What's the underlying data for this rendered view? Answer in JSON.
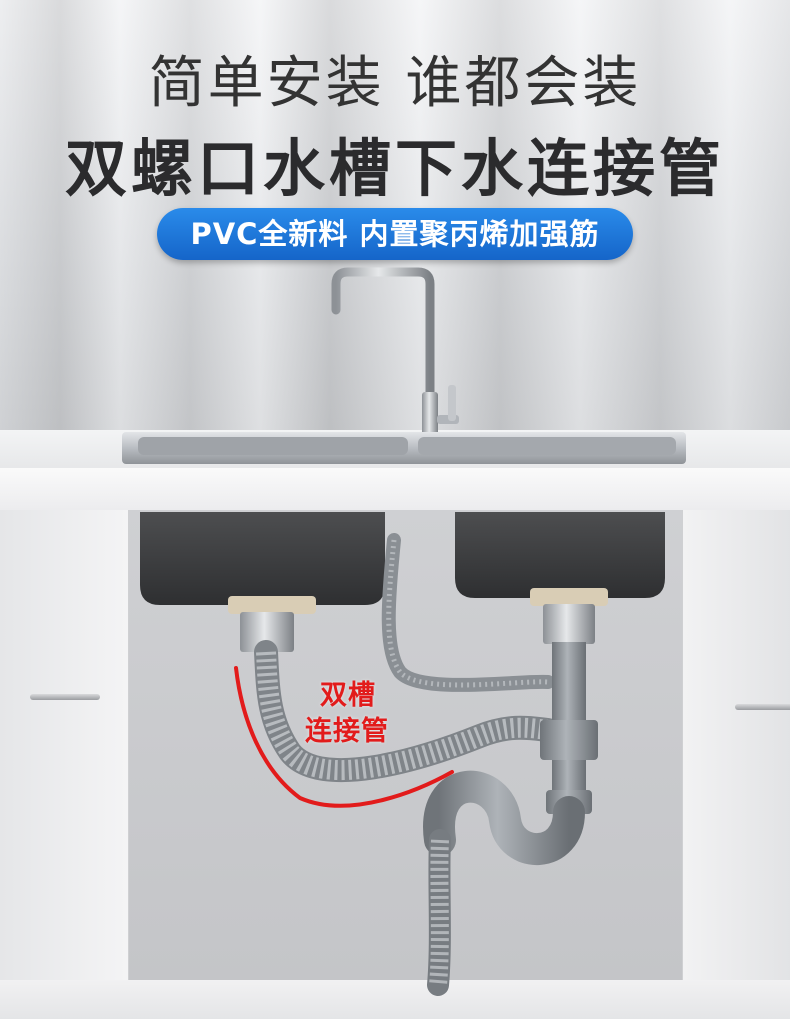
{
  "banner": {
    "line1": "简单安装 谁都会装",
    "line2": "双螺口水槽下水连接管",
    "badge": "PVC全新料  内置聚丙烯加强筋"
  },
  "callout": {
    "line1": "双槽",
    "line2": "连接管"
  },
  "colors": {
    "badge_blue": "#1f78dd",
    "callout_red": "#e21b1b",
    "pipe_grey": "#8e9398",
    "steel": "#b8bcc1"
  },
  "icons": [
    "faucet-illustration",
    "sink-illustration",
    "drain-pipe-illustration"
  ]
}
